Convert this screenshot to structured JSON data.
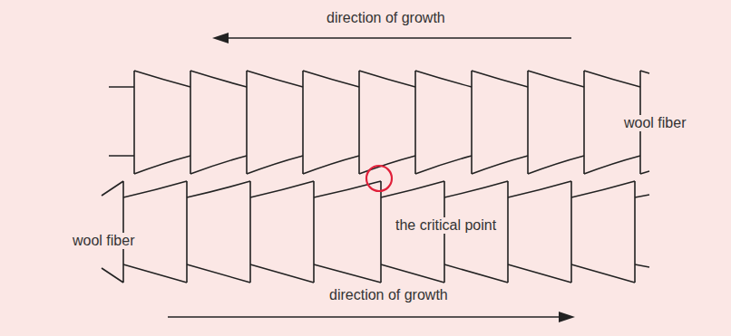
{
  "diagram": {
    "labels": [
      "direction of growth",
      "wool fiber",
      "the critical point",
      "wool fiber",
      "direction of growth"
    ]
  }
}
